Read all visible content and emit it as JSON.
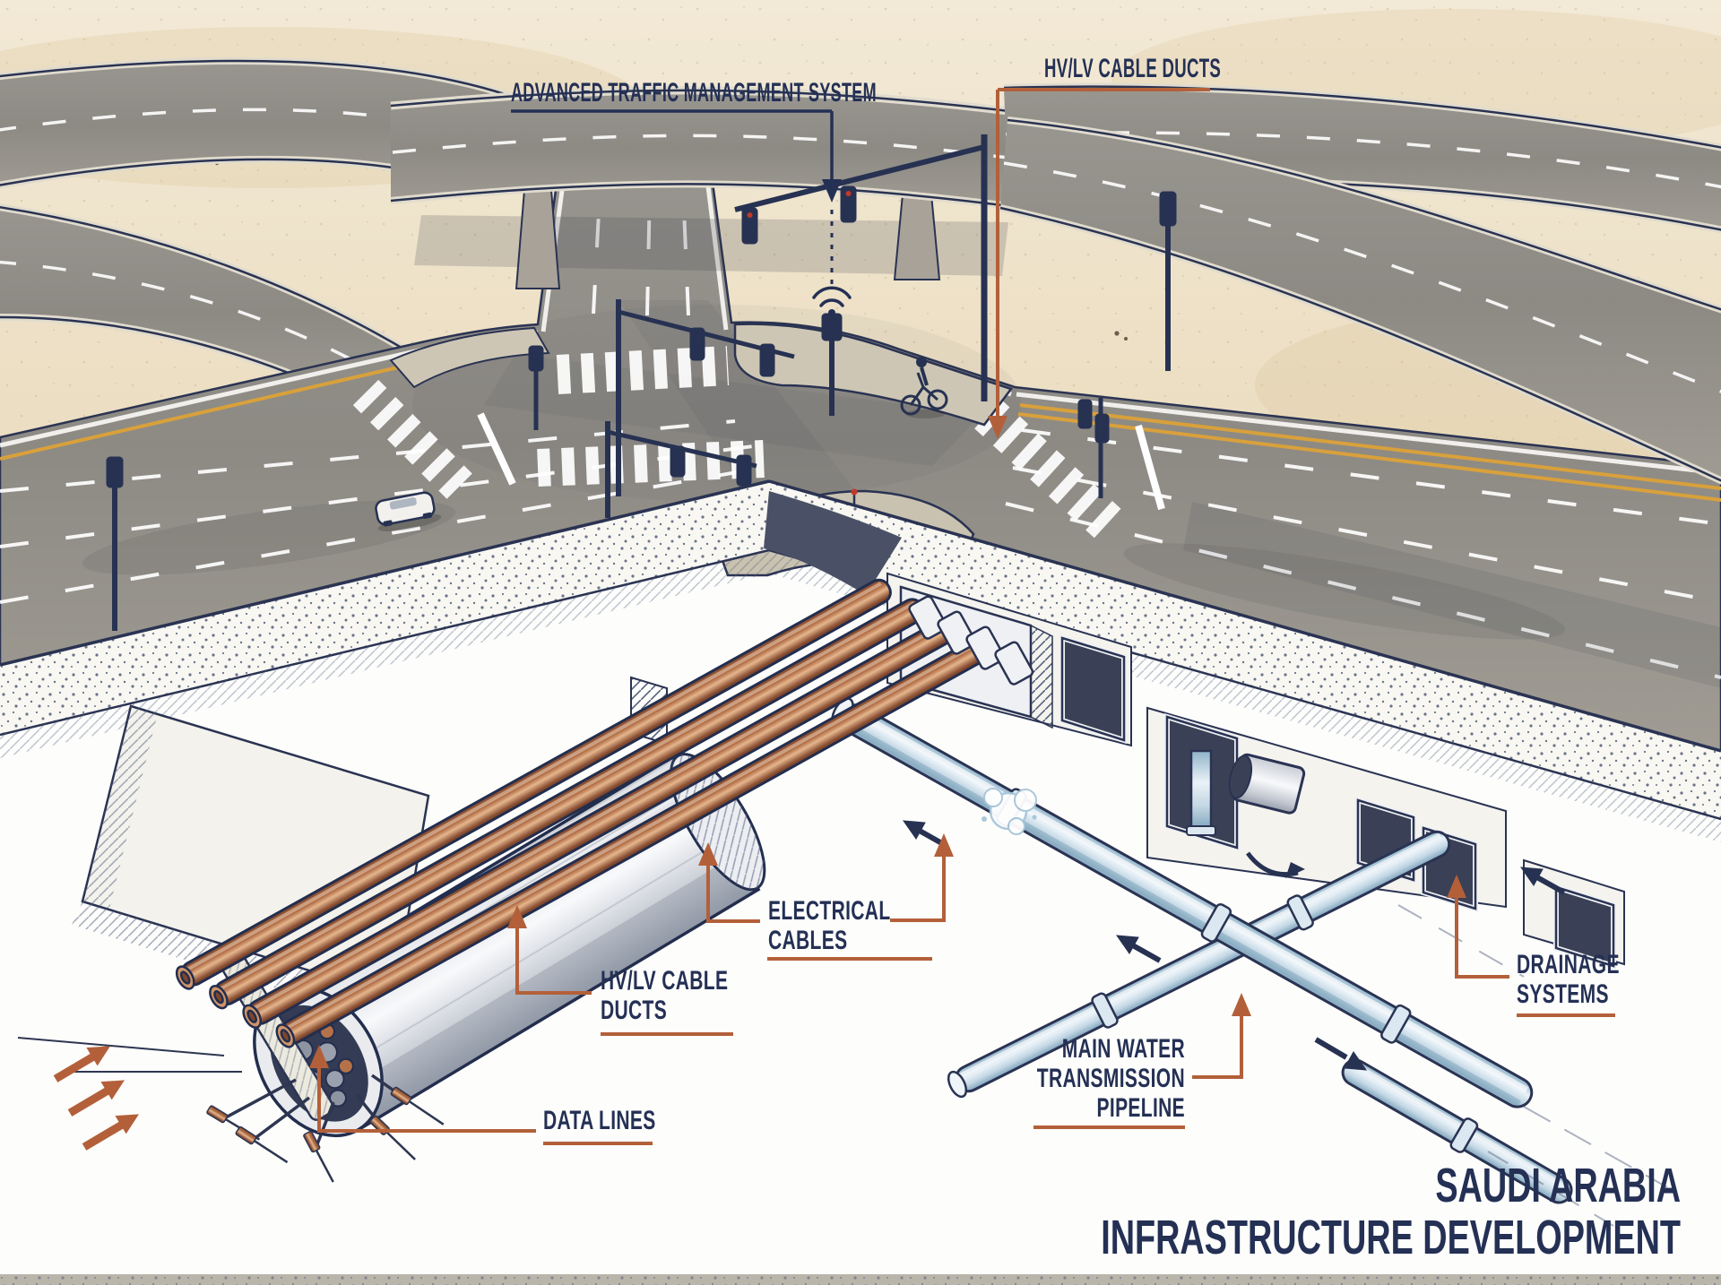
{
  "title": {
    "line1": "SAUDI ARABIA",
    "line2": "INFRASTRUCTURE DEVELOPMENT"
  },
  "labels": {
    "atms": "ADVANCED TRAFFIC MANAGEMENT SYSTEM",
    "hvlv_top": "HV/LV CABLE DUCTS",
    "electrical": {
      "line1": "ELECTRICAL",
      "line2": "CABLES"
    },
    "hvlv_left": {
      "line1": "HV/LV CABLE",
      "line2": "DUCTS"
    },
    "data_lines": "DATA LINES",
    "water": {
      "line1": "MAIN WATER",
      "line2": "TRANSMISSION",
      "line3": "PIPELINE"
    },
    "drainage": {
      "line1": "DRAINAGE",
      "line2": "SYSTEMS"
    }
  },
  "icons": {
    "wifi": "wifi-icon",
    "leader_arrow": "leader-arrow",
    "flow_arrow": "flow-arrow-icon",
    "traffic_light": "traffic-light-icon"
  },
  "colors": {
    "label_navy": "#243054",
    "leader_orange": "#b3603a",
    "copper": "#b5724a",
    "water_blue": "#c9dae7",
    "desert_sand": "#ead9ba",
    "road_gray": "#8f8c86",
    "concrete": "#f8f7f2"
  }
}
